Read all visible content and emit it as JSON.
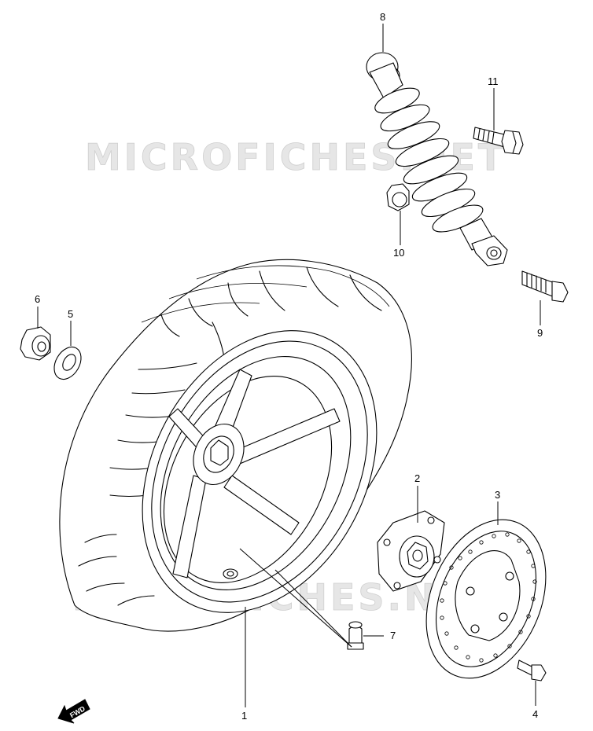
{
  "watermark": {
    "text": "MICROFICHES.NET"
  },
  "direction_marker": {
    "label": "FWD"
  },
  "callouts": [
    {
      "id": "1",
      "label": "1"
    },
    {
      "id": "2",
      "label": "2"
    },
    {
      "id": "3",
      "label": "3"
    },
    {
      "id": "4",
      "label": "4"
    },
    {
      "id": "5",
      "label": "5"
    },
    {
      "id": "6",
      "label": "6"
    },
    {
      "id": "7",
      "label": "7"
    },
    {
      "id": "8",
      "label": "8"
    },
    {
      "id": "9",
      "label": "9"
    },
    {
      "id": "10",
      "label": "10"
    },
    {
      "id": "11",
      "label": "11"
    }
  ]
}
